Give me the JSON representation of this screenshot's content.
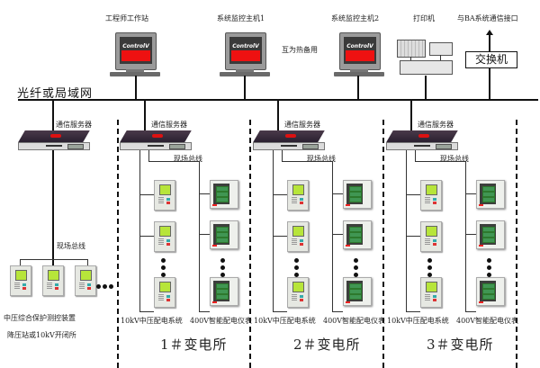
{
  "network": {
    "lan_label": "光纤或局域网",
    "redundancy_note": "互为热备用"
  },
  "top_devices": {
    "engineer_station": {
      "label": "工程师工作站",
      "brand": "ControlV"
    },
    "monitor_host_1": {
      "label": "系统监控主机1",
      "brand": "ControlV"
    },
    "monitor_host_2": {
      "label": "系统监控主机2",
      "brand": "ControlV"
    },
    "printer": {
      "label": "打印机"
    },
    "switch": {
      "label": "交换机"
    },
    "ba_interface": {
      "label": "与BA系统通信接口"
    }
  },
  "left_station": {
    "server_label": "通信服务器",
    "fieldbus_label": "现场总线",
    "caption_line1": "中压综合保护测控装置",
    "caption_line2": "降压站或10kV开闭所"
  },
  "substations": [
    {
      "name": "1＃变电所",
      "server_label": "通信服务器",
      "fieldbus_label": "现场总线",
      "mv_label": "10kV中压配电系统",
      "lv_label": "400V智能配电仪表"
    },
    {
      "name": "2＃变电所",
      "server_label": "通信服务器",
      "fieldbus_label": "现场总线",
      "mv_label": "10kV中压配电系统",
      "lv_label": "400V智能配电仪表"
    },
    {
      "name": "3＃变电所",
      "server_label": "通信服务器",
      "fieldbus_label": "现场总线",
      "mv_label": "10kV中压配电系统",
      "lv_label": "400V智能配电仪表"
    }
  ],
  "colors": {
    "screen_red": "#ee1111",
    "relay_lcd": "#b7e53a",
    "line": "#111111"
  }
}
